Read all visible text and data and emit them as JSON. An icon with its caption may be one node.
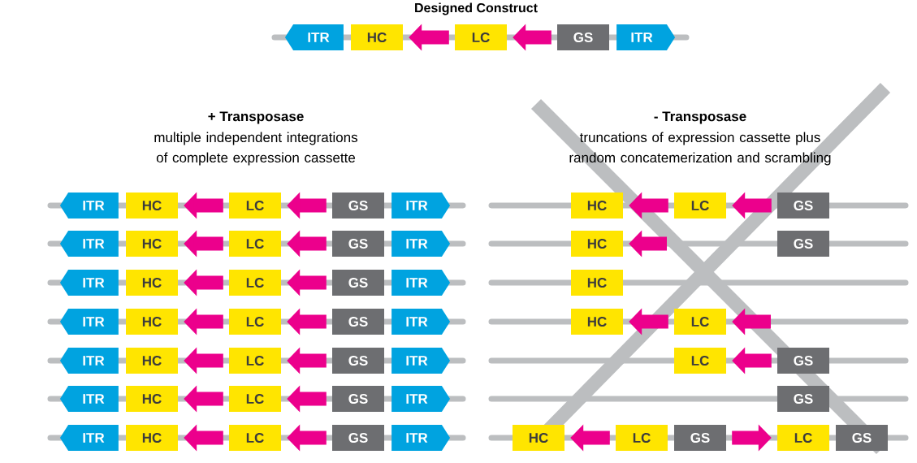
{
  "diagram": {
    "title": "Designed Construct",
    "nodes": [
      {
        "text": [
          "ITR"
        ]
      },
      {
        "text": [
          "HC"
        ]
      },
      {
        "text": [
          "LC"
        ]
      },
      {
        "text": [
          "GS"
        ]
      },
      {
        "text": [
          "ITR"
        ]
      },
      {
        "text": [
          "ITR"
        ]
      },
      {
        "text": [
          "HC"
        ]
      },
      {
        "text": [
          "LC"
        ]
      },
      {
        "text": [
          "GS"
        ]
      },
      {
        "text": [
          "ITR"
        ]
      },
      {
        "text": [
          "ITR"
        ]
      },
      {
        "text": [
          "HC"
        ]
      },
      {
        "text": [
          "LC"
        ]
      },
      {
        "text": [
          "GS"
        ]
      },
      {
        "text": [
          "ITR"
        ]
      },
      {
        "text": [
          "ITR"
        ]
      },
      {
        "text": [
          "HC"
        ]
      },
      {
        "text": [
          "LC"
        ]
      },
      {
        "text": [
          "GS"
        ]
      },
      {
        "text": [
          "ITR"
        ]
      },
      {
        "text": [
          "ITR"
        ]
      },
      {
        "text": [
          "HC"
        ]
      },
      {
        "text": [
          "LC"
        ]
      },
      {
        "text": [
          "GS"
        ]
      },
      {
        "text": [
          "ITR"
        ]
      },
      {
        "text": [
          "ITR"
        ]
      },
      {
        "text": [
          "HC"
        ]
      },
      {
        "text": [
          "LC"
        ]
      },
      {
        "text": [
          "GS"
        ]
      },
      {
        "text": [
          "ITR"
        ]
      },
      {
        "text": [
          "ITR"
        ]
      },
      {
        "text": [
          "HC"
        ]
      },
      {
        "text": [
          "LC"
        ]
      },
      {
        "text": [
          "GS"
        ]
      },
      {
        "text": [
          "ITR"
        ]
      },
      {
        "text": [
          "ITR"
        ]
      },
      {
        "text": [
          "HC"
        ]
      },
      {
        "text": [
          "LC"
        ]
      },
      {
        "text": [
          "GS"
        ]
      },
      {
        "text": [
          "ITR"
        ]
      },
      {
        "text": [
          "HC"
        ]
      },
      {
        "text": [
          "LC"
        ]
      },
      {
        "text": [
          "GS"
        ]
      },
      {
        "text": [
          "HC"
        ]
      },
      {
        "text": [
          "GS"
        ]
      },
      {
        "text": [
          "HC"
        ]
      },
      {
        "text": [
          "HC"
        ]
      },
      {
        "text": [
          "LC"
        ]
      },
      {
        "text": [
          "LC"
        ]
      },
      {
        "text": [
          "GS"
        ]
      },
      {
        "text": [
          "GS"
        ]
      },
      {
        "text": [
          "HC"
        ]
      },
      {
        "text": [
          "LC"
        ]
      },
      {
        "text": [
          "GS"
        ]
      },
      {
        "text": [
          "LC"
        ]
      },
      {
        "text": [
          "GS"
        ]
      }
    ],
    "edges": [
      {
        "from": 2,
        "to": 1,
        "arrow": "to"
      },
      {
        "from": 3,
        "to": 2,
        "arrow": "to"
      },
      {
        "from": 7,
        "to": 6,
        "arrow": "to"
      },
      {
        "from": 8,
        "to": 7,
        "arrow": "to"
      },
      {
        "from": 12,
        "to": 11,
        "arrow": "to"
      },
      {
        "from": 13,
        "to": 12,
        "arrow": "to"
      },
      {
        "from": 17,
        "to": 16,
        "arrow": "to"
      },
      {
        "from": 18,
        "to": 17,
        "arrow": "to"
      },
      {
        "from": 22,
        "to": 21,
        "arrow": "to"
      },
      {
        "from": 23,
        "to": 22,
        "arrow": "to"
      },
      {
        "from": 27,
        "to": 26,
        "arrow": "to"
      },
      {
        "from": 28,
        "to": 27,
        "arrow": "to"
      },
      {
        "from": 32,
        "to": 31,
        "arrow": "to"
      },
      {
        "from": 33,
        "to": 32,
        "arrow": "to"
      },
      {
        "from": 37,
        "to": 36,
        "arrow": "to"
      },
      {
        "from": 38,
        "to": 37,
        "arrow": "to"
      },
      {
        "from": 41,
        "to": 40,
        "arrow": "to"
      },
      {
        "from": 42,
        "to": 41,
        "arrow": "to"
      },
      {
        "from": null,
        "to": 43,
        "arrow": "to"
      },
      {
        "from": 47,
        "to": 46,
        "arrow": "to"
      },
      {
        "from": null,
        "to": 47,
        "arrow": "to"
      },
      {
        "from": 49,
        "to": 48,
        "arrow": "to"
      },
      {
        "from": 52,
        "to": 51,
        "arrow": "to"
      },
      {
        "from": 53,
        "to": 54,
        "arrow": "to"
      }
    ],
    "labels": [
      "+ Transposase",
      "multiple independent integrations of complete expression cassette",
      "- Transposase",
      "truncations of expression cassette plus random concatemerization and scrambling"
    ]
  }
}
